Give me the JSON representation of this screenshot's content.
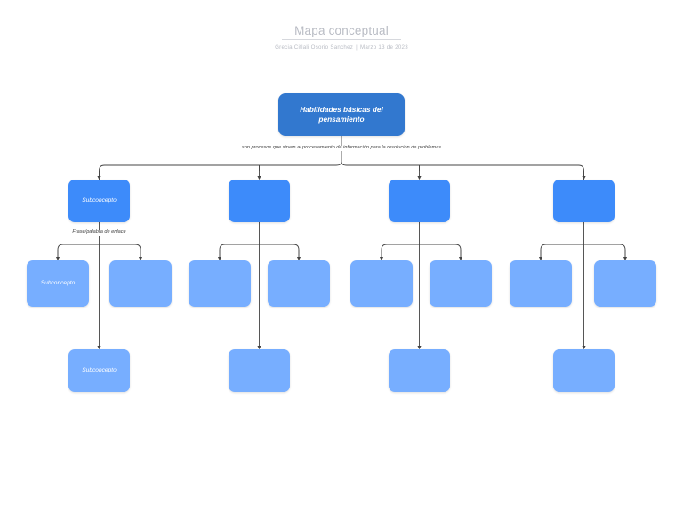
{
  "header": {
    "title": "Mapa conceptual",
    "author": "Grecia Citlali Osorio Sanchez",
    "separator": "|",
    "date": "Marzo 13 de 2023"
  },
  "colors": {
    "root_fill": "#3278cf",
    "level1_fill": "#3d8bfa",
    "level2_fill": "#77aeff",
    "level3_fill": "#77aeff",
    "connector": "#444444",
    "header_text": "#b9bcc4",
    "node_text": "#ffffff",
    "label_text": "#3d3d3d",
    "background": "#ffffff"
  },
  "map": {
    "root": {
      "id": "root",
      "label": "Habilidades básicas del pensamiento"
    },
    "edge_labels": [
      {
        "id": "root-edge-label",
        "text": "son procesos que sirven al procesamiento de información para la resolución de problemas"
      },
      {
        "id": "branch1-edge-label",
        "text": "Frase/palabra de enlace"
      }
    ],
    "level1": [
      {
        "id": "level1-node-1",
        "label": "Subconcepto"
      },
      {
        "id": "level1-node-2",
        "label": ""
      },
      {
        "id": "level1-node-3",
        "label": ""
      },
      {
        "id": "level1-node-4",
        "label": ""
      }
    ],
    "level2": [
      {
        "id": "level2-node-1",
        "label": "Subconcepto"
      },
      {
        "id": "level2-node-2",
        "label": ""
      },
      {
        "id": "level2-node-3",
        "label": ""
      },
      {
        "id": "level2-node-4",
        "label": ""
      },
      {
        "id": "level2-node-5",
        "label": ""
      },
      {
        "id": "level2-node-6",
        "label": ""
      },
      {
        "id": "level2-node-7",
        "label": ""
      },
      {
        "id": "level2-node-8",
        "label": ""
      }
    ],
    "level3": [
      {
        "id": "level3-node-1",
        "label": "Subconcepto"
      },
      {
        "id": "level3-node-2",
        "label": ""
      },
      {
        "id": "level3-node-3",
        "label": ""
      },
      {
        "id": "level3-node-4",
        "label": ""
      }
    ]
  }
}
